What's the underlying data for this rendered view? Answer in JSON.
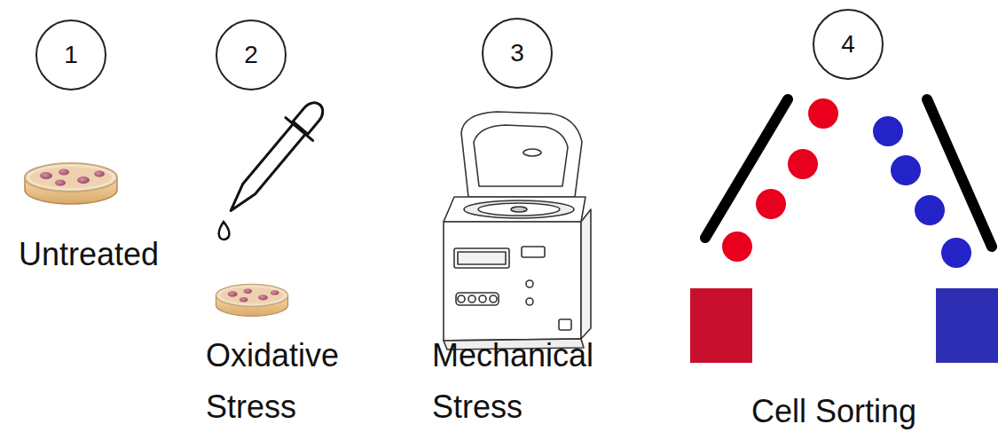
{
  "diagram": {
    "nodes": [
      {
        "text": [
          "1"
        ]
      },
      {
        "text": [
          "2"
        ]
      },
      {
        "text": [
          "3"
        ]
      },
      {
        "text": [
          "4"
        ]
      }
    ],
    "labels": [
      "Untreated",
      "Oxidative Stress",
      "Mechanical Stress",
      "Cell Sorting"
    ]
  }
}
